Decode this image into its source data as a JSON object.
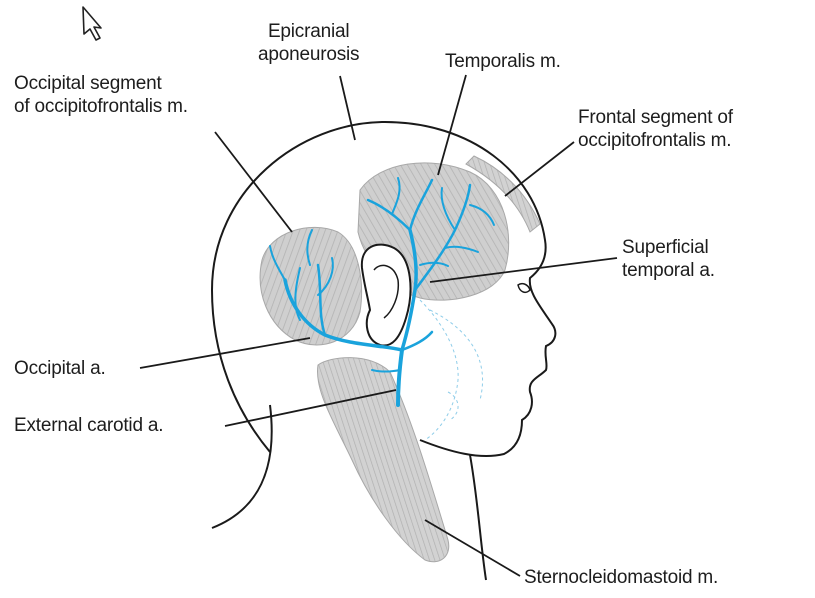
{
  "labels": {
    "epicranial": [
      "Epicranial",
      "aponeurosis"
    ],
    "occipital_segment": [
      "Occipital segment",
      "of occipitofrontalis m."
    ],
    "temporalis": "Temporalis m.",
    "frontal_segment": [
      "Frontal segment of",
      "occipitofrontalis m."
    ],
    "superficial_temporal": [
      "Superficial",
      "temporal a."
    ],
    "occipital_artery": "Occipital a.",
    "external_carotid": "External carotid a.",
    "sternocleidomastoid": "Sternocleidomastoid m."
  },
  "colors": {
    "artery": "#1aa3dc",
    "muscle_fill": "#cfcfcf",
    "outline": "#1a1a1a",
    "leader": "#1a1a1a",
    "background": "#ffffff"
  },
  "icons": {
    "cursor": "mouse-pointer-icon"
  }
}
